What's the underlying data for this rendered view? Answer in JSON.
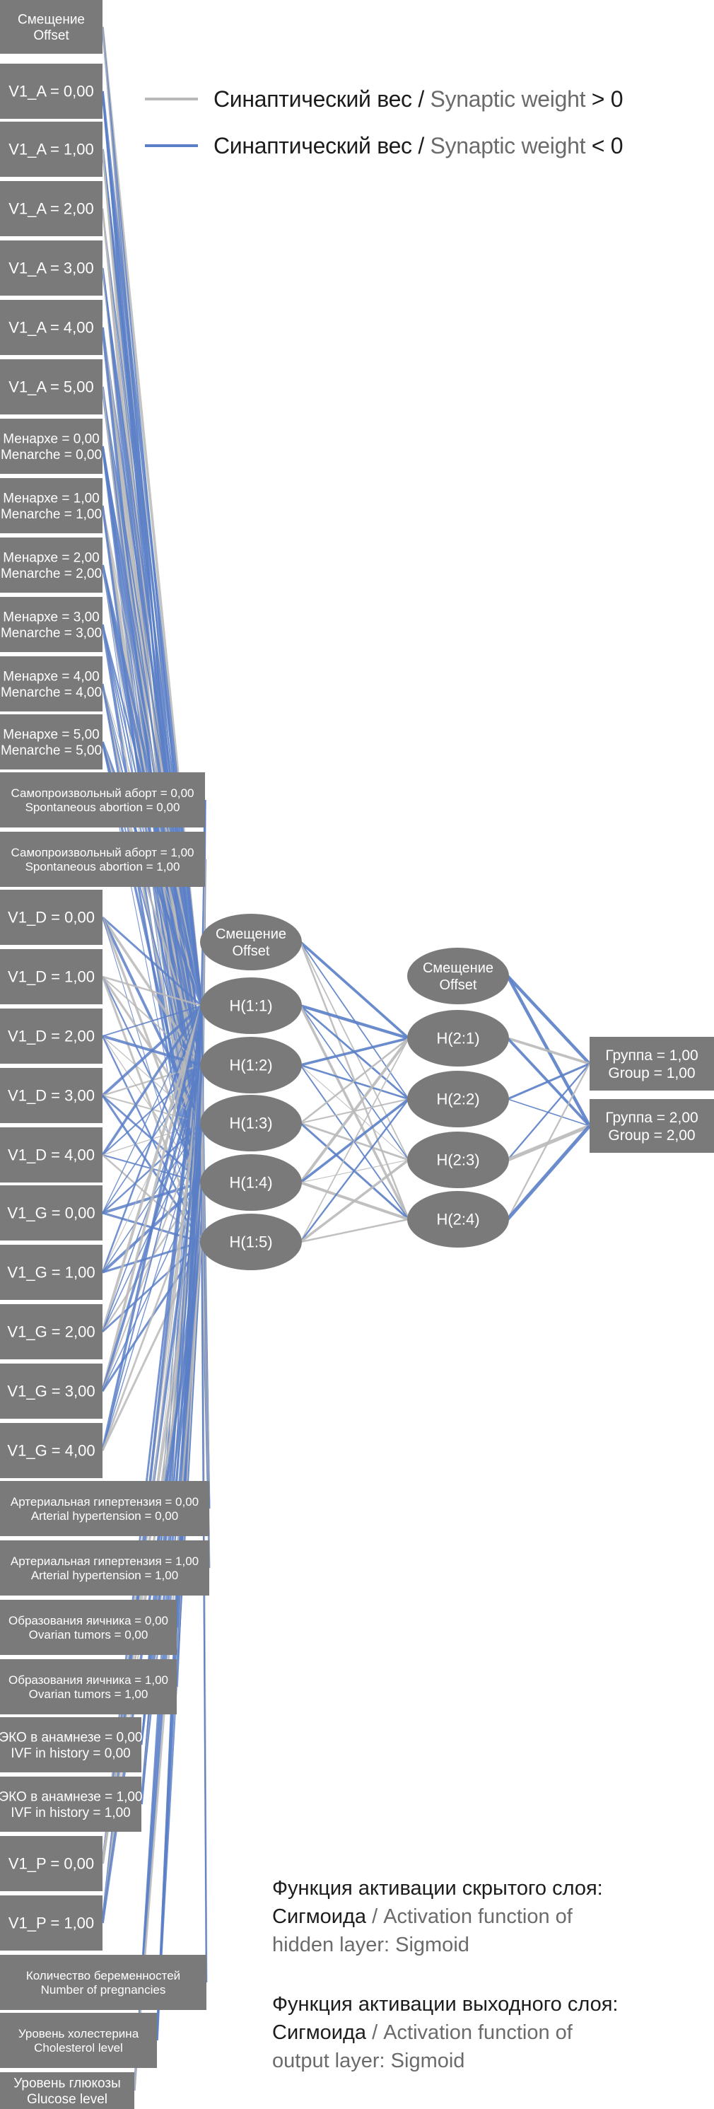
{
  "legend": {
    "positive": {
      "ru": "Синаптический вес",
      "sep": " / ",
      "en": "Synaptic weight",
      "sign": " > 0",
      "color": "#b9b9b9"
    },
    "negative": {
      "ru": "Синаптический вес",
      "sep": " / ",
      "en": "Synaptic weight",
      "sign": " < 0",
      "color": "#5b7fc7"
    }
  },
  "notes": {
    "hidden": {
      "line1": "Функция активации скрытого слоя:",
      "ru": "Сигмоида",
      "sep": " / ",
      "en1": "Activation function of",
      "en2": "hidden layer: Sigmoid"
    },
    "output": {
      "line1": "Функция активации выходного слоя:",
      "ru": "Сигмоида",
      "sep": " / ",
      "en1": "Activation function of",
      "en2": "output layer: Sigmoid"
    }
  },
  "input_layer": [
    {
      "lines": [
        "Смещение",
        "Offset"
      ],
      "bias": true
    },
    {
      "lines": [
        "V1_A = 0,00"
      ]
    },
    {
      "lines": [
        "V1_A = 1,00"
      ]
    },
    {
      "lines": [
        "V1_A = 2,00"
      ]
    },
    {
      "lines": [
        "V1_A = 3,00"
      ]
    },
    {
      "lines": [
        "V1_A = 4,00"
      ]
    },
    {
      "lines": [
        "V1_A = 5,00"
      ]
    },
    {
      "lines": [
        "Менархе = 0,00",
        "Menarche = 0,00"
      ]
    },
    {
      "lines": [
        "Менархе = 1,00",
        "Menarche = 1,00"
      ]
    },
    {
      "lines": [
        "Менархе = 2,00",
        "Menarche = 2,00"
      ]
    },
    {
      "lines": [
        "Менархе = 3,00",
        "Menarche = 3,00"
      ]
    },
    {
      "lines": [
        "Менархе = 4,00",
        "Menarche = 4,00"
      ]
    },
    {
      "lines": [
        "Менархе = 5,00",
        "Menarche = 5,00"
      ]
    },
    {
      "lines": [
        "Самопроизвольный аборт = 0,00",
        "Spontaneous abortion = 0,00"
      ]
    },
    {
      "lines": [
        "Самопроизвольный аборт = 1,00",
        "Spontaneous abortion = 1,00"
      ]
    },
    {
      "lines": [
        "V1_D = 0,00"
      ]
    },
    {
      "lines": [
        "V1_D = 1,00"
      ]
    },
    {
      "lines": [
        "V1_D = 2,00"
      ]
    },
    {
      "lines": [
        "V1_D = 3,00"
      ]
    },
    {
      "lines": [
        "V1_D = 4,00"
      ]
    },
    {
      "lines": [
        "V1_G = 0,00"
      ]
    },
    {
      "lines": [
        "V1_G = 1,00"
      ]
    },
    {
      "lines": [
        "V1_G = 2,00"
      ]
    },
    {
      "lines": [
        "V1_G = 3,00"
      ]
    },
    {
      "lines": [
        "V1_G = 4,00"
      ]
    },
    {
      "lines": [
        "Артериальная гипертензия = 0,00",
        "Arterial hypertension = 0,00"
      ]
    },
    {
      "lines": [
        "Артериальная гипертензия = 1,00",
        "Arterial hypertension = 1,00"
      ]
    },
    {
      "lines": [
        "Образования яичника = 0,00",
        "Ovarian tumors = 0,00"
      ]
    },
    {
      "lines": [
        "Образования яичника = 1,00",
        "Ovarian tumors = 1,00"
      ]
    },
    {
      "lines": [
        "ЭКО в анамнезе = 0,00",
        "IVF in history = 0,00"
      ]
    },
    {
      "lines": [
        "ЭКО в анамнезе = 1,00",
        "IVF in history = 1,00"
      ]
    },
    {
      "lines": [
        "V1_P = 0,00"
      ]
    },
    {
      "lines": [
        "V1_P = 1,00"
      ]
    },
    {
      "lines": [
        "Количество беременностей",
        "Number of pregnancies"
      ]
    },
    {
      "lines": [
        "Уровень холестерина",
        "Cholesterol level"
      ]
    },
    {
      "lines": [
        "Уровень глюкозы",
        "Glucose level"
      ]
    }
  ],
  "hidden_layer_1": [
    {
      "lines": [
        "Смещение",
        "Offset"
      ],
      "bias": true
    },
    {
      "lines": [
        "H(1:1)"
      ]
    },
    {
      "lines": [
        "H(1:2)"
      ]
    },
    {
      "lines": [
        "H(1:3)"
      ]
    },
    {
      "lines": [
        "H(1:4)"
      ]
    },
    {
      "lines": [
        "H(1:5)"
      ]
    }
  ],
  "hidden_layer_2": [
    {
      "lines": [
        "Смещение",
        "Offset"
      ],
      "bias": true
    },
    {
      "lines": [
        "H(2:1)"
      ]
    },
    {
      "lines": [
        "H(2:2)"
      ]
    },
    {
      "lines": [
        "H(2:3)"
      ]
    },
    {
      "lines": [
        "H(2:4)"
      ]
    }
  ],
  "output_layer": [
    {
      "lines": [
        "Группа = 1,00",
        "Group = 1,00"
      ]
    },
    {
      "lines": [
        "Группа = 2,00",
        "Group = 2,00"
      ]
    }
  ],
  "colors": {
    "node": "#7a7a7a",
    "node_text": "#ffffff",
    "positive": "#b9b9b9",
    "negative": "#5b7fc7"
  }
}
